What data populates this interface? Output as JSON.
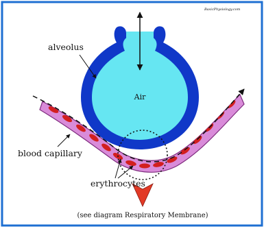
{
  "credit": "BasicPhysiology.com",
  "labels": {
    "alveolus": "alveolus",
    "air": "Air",
    "blood_capillary": "blood capillary",
    "erythrocytes": "erythrocytes"
  },
  "caption": "(see diagram Respiratory Membrane)",
  "colors": {
    "frame": "#1e6fd2",
    "alveolus_wall": "#1038c8",
    "air": "#66e6f2",
    "capillary": "#d98bd9",
    "capillary_edge": "#7d2a7d",
    "erythrocyte": "#d21f1f",
    "pointer_arrow": "#e23a26"
  }
}
